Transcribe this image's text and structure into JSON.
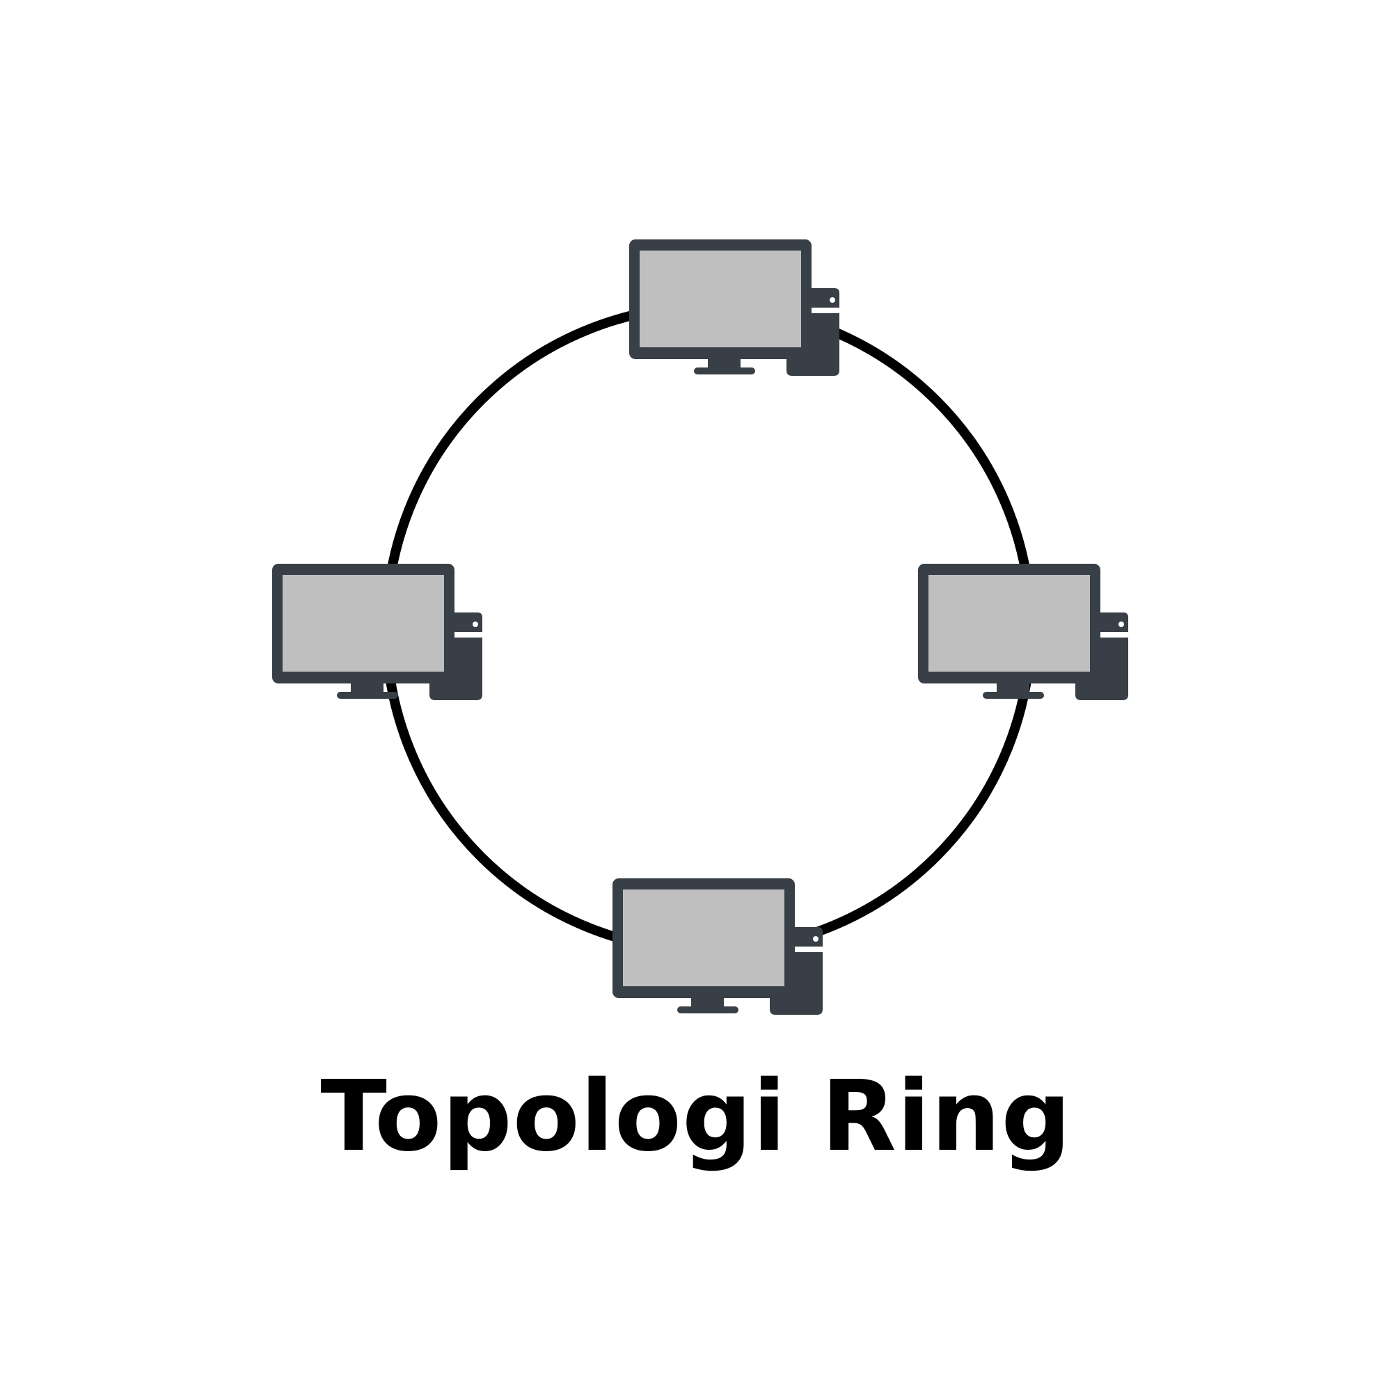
{
  "title": "Topologi Ring",
  "colors": {
    "ring": "#000000",
    "device_body": "#393f46",
    "screen": "#bfbfbf",
    "background": "#ffffff",
    "led": "#ffffff"
  },
  "ring": {
    "shape": "circle",
    "node_count": 4
  },
  "nodes": [
    {
      "name": "computer-top",
      "icon": "desktop-computer-icon"
    },
    {
      "name": "computer-left",
      "icon": "desktop-computer-icon"
    },
    {
      "name": "computer-right",
      "icon": "desktop-computer-icon"
    },
    {
      "name": "computer-bottom",
      "icon": "desktop-computer-icon"
    }
  ]
}
